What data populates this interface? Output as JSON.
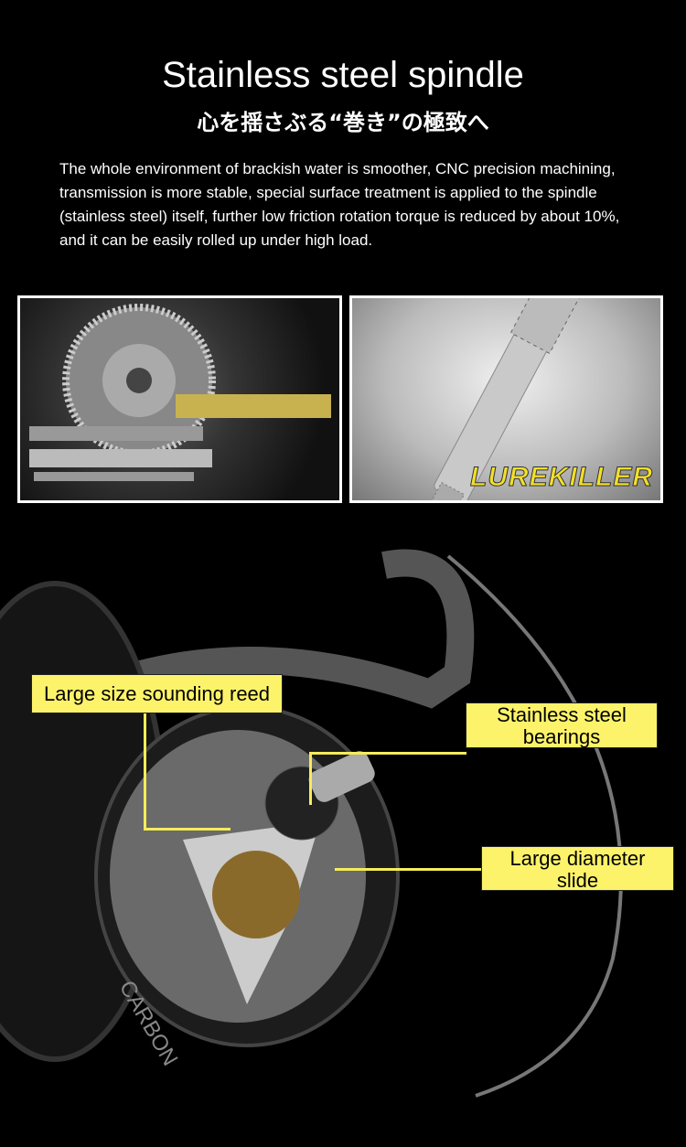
{
  "header": {
    "title": "Stainless steel spindle",
    "subtitle": "心を揺さぶる“巻き”の極致へ",
    "description": "The whole environment of brackish water is smoother, CNC precision machining, transmission is more stable, special surface treatment is applied to the spindle (stainless steel) itself, further low friction rotation torque is reduced by about 10%, and it can be easily rolled up under high load."
  },
  "photos": {
    "logo_text": "LUREKILLER"
  },
  "reel": {
    "body_text": "CARBON",
    "callouts": {
      "reed": "Large size sounding reed",
      "bearings_1": "Stainless steel",
      "bearings_2": "bearings",
      "slide_1": "Large diameter",
      "slide_2": "slide"
    }
  },
  "colors": {
    "label_bg": "#fdf36a",
    "logo": "#f2e02a"
  }
}
